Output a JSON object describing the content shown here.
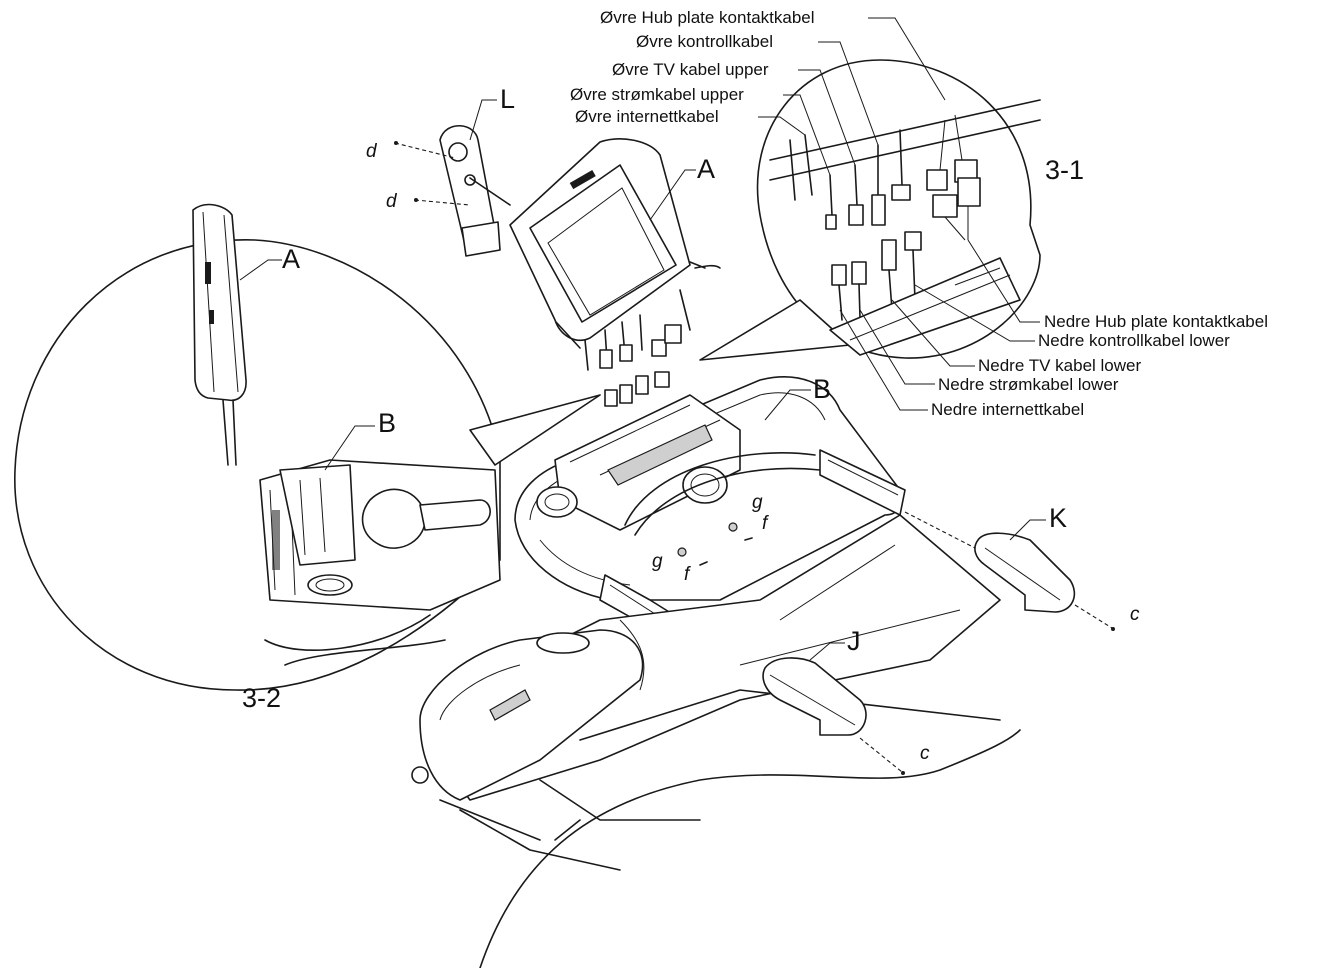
{
  "part_labels": {
    "A_main": "A",
    "A_detail": "A",
    "B_main": "B",
    "B_detail": "B",
    "L": "L",
    "K": "K",
    "J": "J",
    "d_top": "d",
    "d_bottom": "d",
    "g_right": "g",
    "f_right": "f",
    "g_left": "g",
    "f_left": "f",
    "c_right": "c",
    "c_bottom": "c"
  },
  "detail_labels": {
    "detail_3_1": "3-1",
    "detail_3_2": "3-2"
  },
  "upper_cables": [
    "Øvre Hub plate kontaktkabel",
    "Øvre kontrollkabel",
    "Øvre TV kabel upper",
    "Øvre strømkabel upper",
    "Øvre internettkabel"
  ],
  "lower_cables": [
    "Nedre Hub plate kontaktkabel",
    "Nedre kontrollkabel lower",
    "Nedre TV kabel lower",
    "Nedre strømkabel lower",
    "Nedre internettkabel"
  ]
}
